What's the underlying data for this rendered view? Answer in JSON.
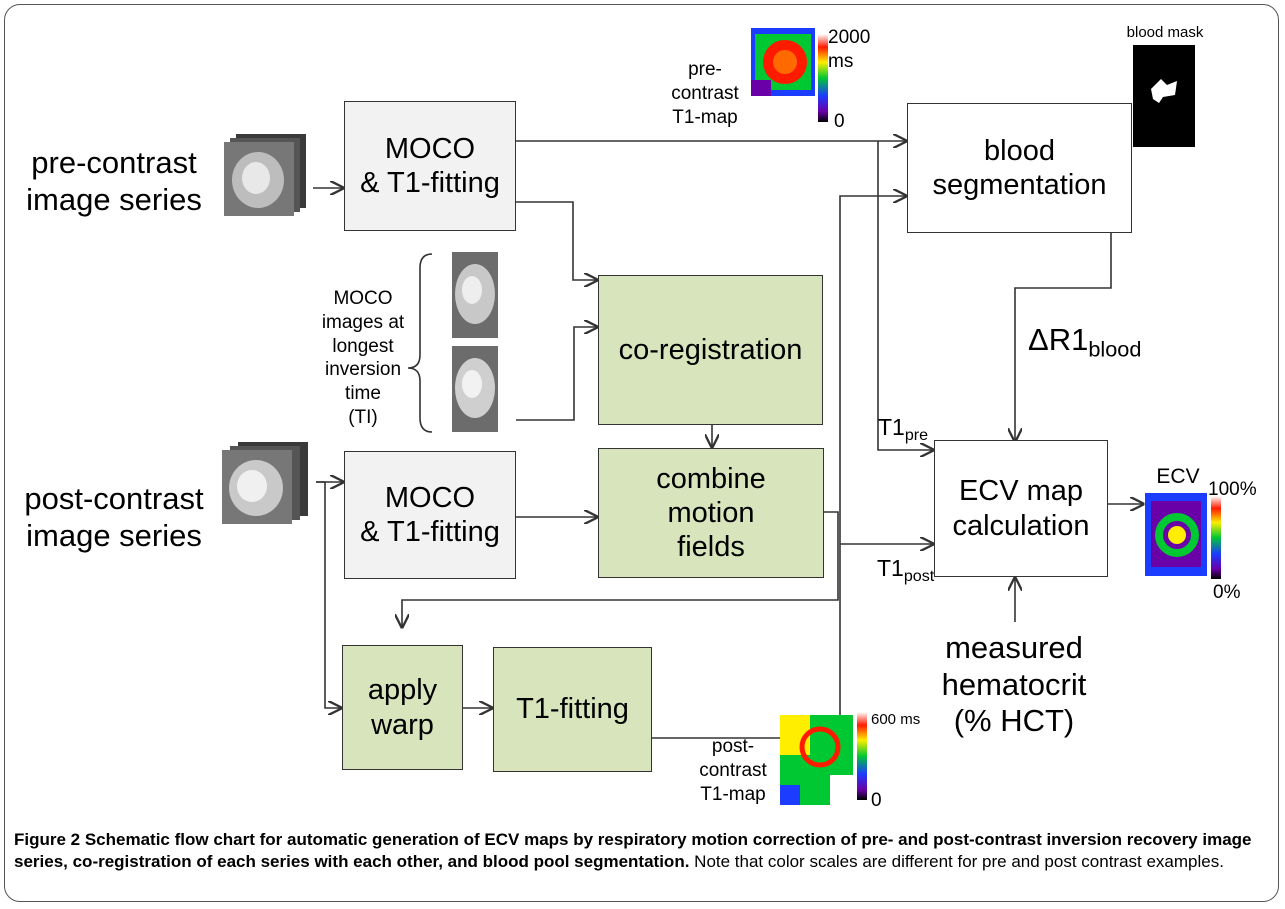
{
  "inputs": {
    "pre_contrast": "pre-contrast\nimage series",
    "post_contrast": "post-contrast\nimage series"
  },
  "boxes": {
    "moco_pre": "MOCO\n& T1-fitting",
    "moco_post": "MOCO\n& T1-fitting",
    "coregistration": "co-registration",
    "combine": "combine\nmotion\nfields",
    "apply_warp": "apply\nwarp",
    "t1_fitting": "T1-fitting",
    "blood_segmentation": "blood\nsegmentation",
    "ecv_map": "ECV map\ncalculation"
  },
  "labels": {
    "moco_images": "MOCO\nimages at\nlongest\ninversion time\n(TI)",
    "pre_map": "pre-\ncontrast\nT1-map",
    "pre_scale_max": "2000 ms",
    "pre_scale_min": "0",
    "post_map": "post-\ncontrast\nT1-map",
    "post_scale_max": "600 ms",
    "post_scale_min": "0",
    "blood_mask": "blood mask",
    "delta_r1": "ΔR1",
    "delta_r1_sub": "blood",
    "t1_pre": "T1",
    "t1_pre_sub": "pre",
    "t1_post": "T1",
    "t1_post_sub": "post",
    "hematocrit": "measured\nhematocrit\n(% HCT)",
    "ecv": "ECV",
    "ecv_max": "100%",
    "ecv_min": "0%"
  },
  "caption": {
    "bold": "Figure 2 Schematic flow chart for automatic generation of ECV maps by respiratory motion correction of pre- and post-contrast inversion recovery image series, co-registration of each series with each other, and blood pool segmentation.",
    "normal": " Note that color scales are different for pre and post contrast examples."
  },
  "colors": {
    "gray_box": "#f2f2f2",
    "green_box": "#d8e4bc"
  }
}
